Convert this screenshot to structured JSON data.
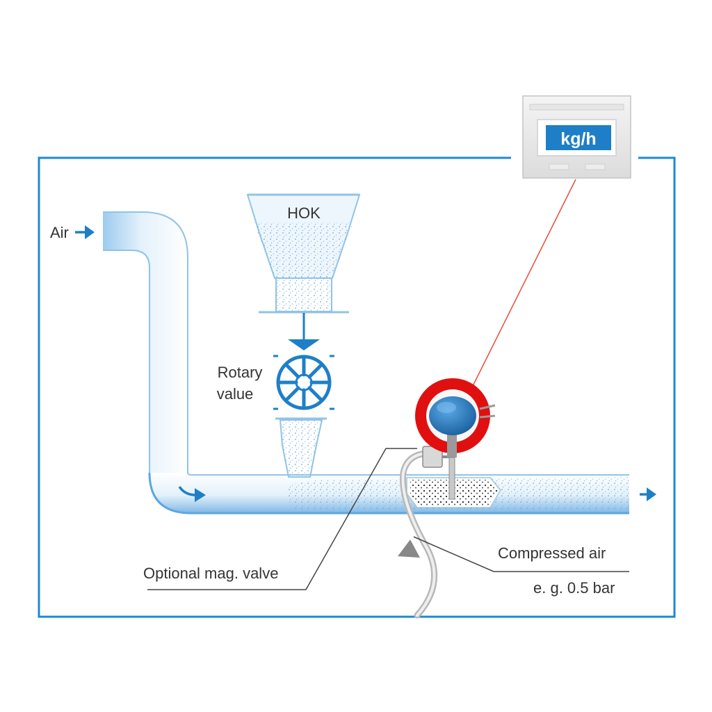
{
  "diagram": {
    "display_unit": "kg/h",
    "hopper_label": "HOK",
    "air_label": "Air",
    "rotary_label_line1": "Rotary",
    "rotary_label_line2": "value",
    "valve_label": "Optional mag. valve",
    "compressed_label": "Compressed air",
    "pressure_label": "e. g. 0.5 bar"
  },
  "colors": {
    "frame": "#1e88d2",
    "pipe": "#8fc3ea",
    "accent": "#1e7fc8",
    "sensor_ring": "#e01010",
    "sensor_head": "#1f6fb2",
    "signal_line": "#e0503a"
  }
}
